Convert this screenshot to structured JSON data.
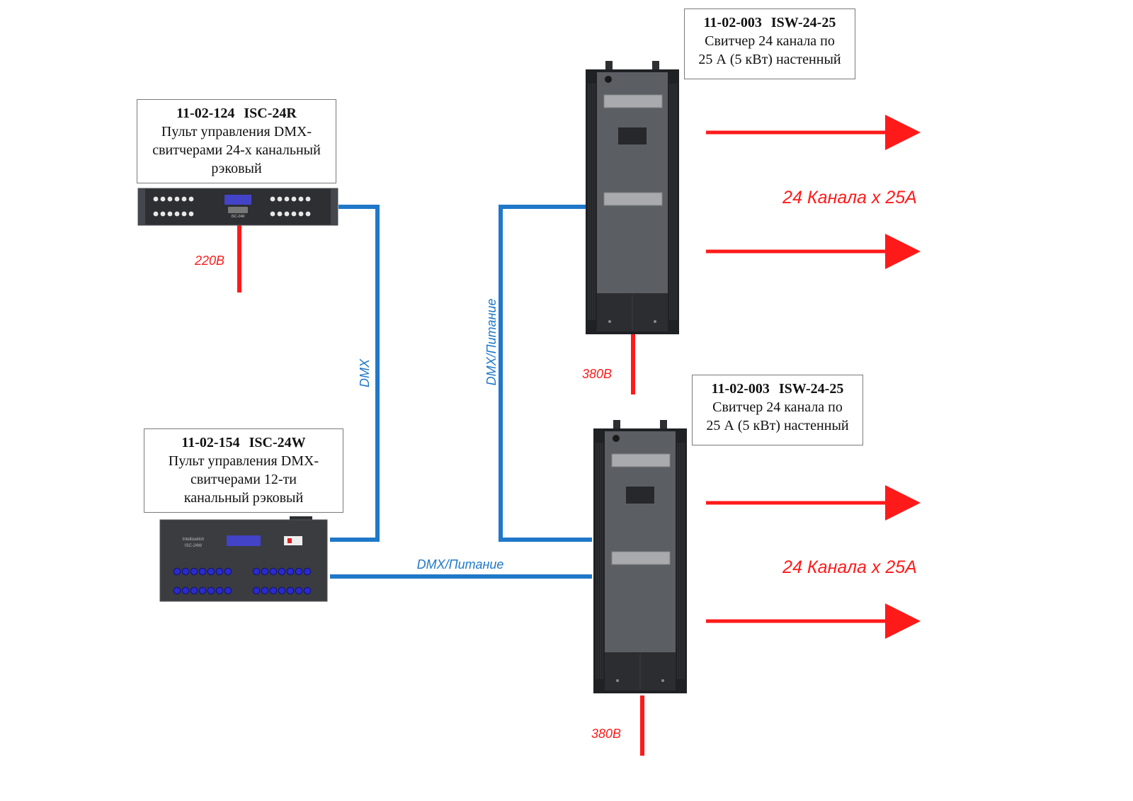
{
  "colors": {
    "dmx_line": "#1f78c8",
    "power_line": "#ff1a1a",
    "device_dark": "#2d2f33",
    "panel_gray": "#5b5e63"
  },
  "devices": {
    "isc24r": {
      "code": "11-02-124   ISC-24R",
      "description": [
        "Пульт управления DMX-",
        "свитчерами 24-х канальный",
        "рэковый"
      ],
      "faceplate_label": "ISC-24R"
    },
    "isc24w": {
      "code": "11-02-154   ISC-24W",
      "description": [
        "Пульт управления DMX-",
        "свитчерами 12-ти",
        "канальный рэковый"
      ],
      "faceplate_brand": "Intelliswitch",
      "faceplate_model": "ISC-24W"
    },
    "isw_top": {
      "code": "11-02-003   ISW-24-25",
      "description": [
        "Свитчер 24 канала по",
        "25 А (5 кВт) настенный"
      ]
    },
    "isw_bottom": {
      "code": "11-02-003   ISW-24-25",
      "description": [
        "Свитчер 24 канала по",
        "25 А (5 кВт) настенный"
      ]
    }
  },
  "connections": {
    "dmx": "DMX",
    "dmx_power_vertical": "DMX/Питание",
    "dmx_power_horizontal": "DMX/Питание"
  },
  "power": {
    "isc24r": "220В",
    "isw_top": "380В",
    "isw_bottom": "380В"
  },
  "outputs": {
    "top": "24 Канала х 25А",
    "bottom": "24 Канала х 25А"
  }
}
